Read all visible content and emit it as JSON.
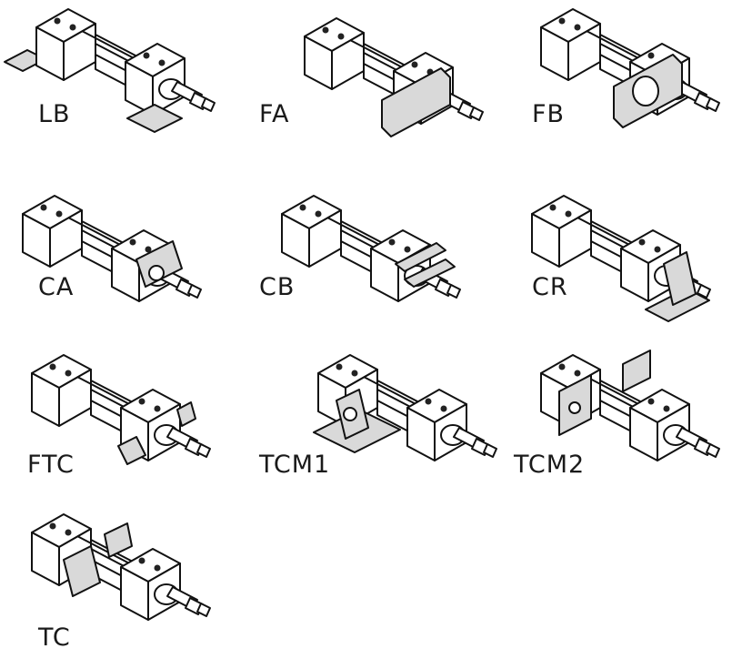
{
  "mountings": [
    {
      "code": "LB",
      "icon": "foot-mount-cylinder-icon"
    },
    {
      "code": "FA",
      "icon": "rod-flange-mount-cylinder-icon"
    },
    {
      "code": "FB",
      "icon": "head-flange-mount-cylinder-icon"
    },
    {
      "code": "CA",
      "icon": "single-clevis-mount-cylinder-icon"
    },
    {
      "code": "CB",
      "icon": "double-clevis-mount-cylinder-icon"
    },
    {
      "code": "CR",
      "icon": "clevis-bracket-mount-cylinder-icon"
    },
    {
      "code": "FTC",
      "icon": "front-trunnion-mount-cylinder-icon"
    },
    {
      "code": "TCM1",
      "icon": "center-trunnion-bracket-mount-cylinder-icon"
    },
    {
      "code": "TCM2",
      "icon": "center-trunnion-block-mount-cylinder-icon"
    },
    {
      "code": "TC",
      "icon": "center-trunnion-mount-cylinder-icon"
    }
  ],
  "colors": {
    "line": "#111111",
    "fill": "#ffffff",
    "shade": "#d9d9d9"
  }
}
